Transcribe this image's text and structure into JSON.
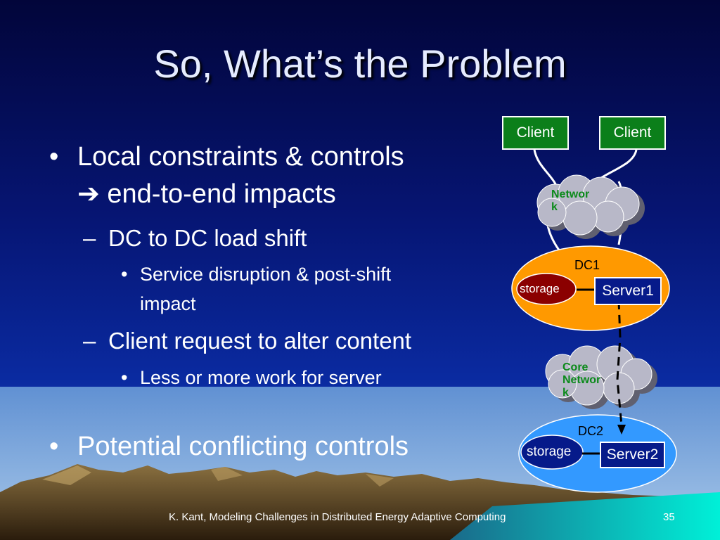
{
  "slide": {
    "title": "So, What’s the Problem",
    "bullets": {
      "b1_line1": "Local constraints & controls",
      "b1_arrow": "➔",
      "b1_line2": "end-to-end impacts",
      "b1_sub1": "DC to DC load shift",
      "b1_sub1_sub1_line1": "Service disruption & post-shift",
      "b1_sub1_sub1_line2": "impact",
      "b1_sub2": "Client request to alter content",
      "b1_sub2_sub1": "Less or more work for server",
      "b2": "Potential conflicting controls",
      "bullet_char": "•",
      "dash_char": "–"
    },
    "footer": {
      "text": "K. Kant, Modeling Challenges in Distributed Energy Adaptive Computing",
      "page": "35"
    }
  },
  "diagram": {
    "client1": "Client",
    "client2": "Client",
    "network_line1": "Networ",
    "network_line2": "k",
    "dc1_label": "DC1",
    "dc1_storage": "storage",
    "server1": "Server1",
    "core_line1": "Core",
    "core_line2": "Networ",
    "core_line3": "k",
    "dc2_label": "DC2",
    "dc2_storage": "storage",
    "server2": "Server2",
    "colors": {
      "client_fill": "#0b7f1a",
      "dc1_fill": "#ff9900",
      "dc1_storage_fill": "#8b0000",
      "dc2_fill": "#3399ff",
      "dc2_storage_fill": "#061a8a",
      "server_fill": "#061a8a",
      "cloud_fill": "#b8b8c8",
      "cloud_text": "#0b8a1a"
    }
  }
}
